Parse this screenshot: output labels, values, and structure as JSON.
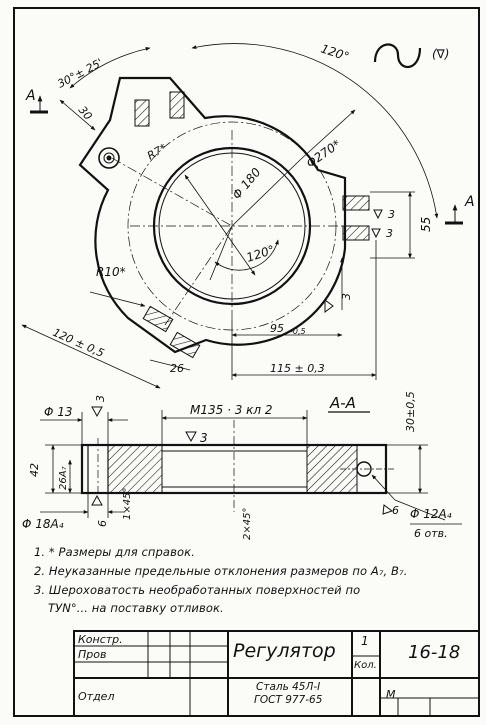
{
  "drawing": {
    "corner_angle": "120°",
    "finish_symbol": "(∇)",
    "section_mark": "A",
    "angle_30": "30°± 25'",
    "dim_30": "30",
    "r7": "R7*",
    "dia270": "Φ270*",
    "dia180": "Φ 180",
    "angle_120_inner": "120°",
    "r10": "R10*",
    "dim_55": "55",
    "dim_3_a": "3",
    "dim_3_b": "3",
    "dim_3_c": "3",
    "dim_95": "95",
    "dim_95_tol": "-0,5",
    "dim_115": "115 ± 0,3",
    "dim_120": "120 ± 0,5",
    "dim_26": "26",
    "section_label": "A-A",
    "dia13": "Φ 13",
    "thread": "M135 · 3 кл 2",
    "rough_top": "3",
    "dim_30_tol": "30±0,5",
    "dim_42": "42",
    "dim_26A": "26A₇",
    "chamfer_1": "1×45°",
    "chamfer_2": "2×45°",
    "dia18": "Φ 18A₄",
    "rough_6a": "6",
    "rough_6b": "6",
    "dia12": "Φ 12A₄",
    "holes": "6 отв."
  },
  "notes": [
    "1. * Размеры для справок.",
    "2. Неуказанные предельные отклонения размеров по A₇, B₇.",
    "3. Шероховатость необработанных поверхностей по",
    "ТУN°... на поставку отливок."
  ],
  "title_block": {
    "konstr": "Констр.",
    "prov": "Пров",
    "otdel": "Отдел",
    "title": "Регулятор",
    "qty": "1",
    "qty_label": "Кол.",
    "drawing_no": "16-18",
    "material_1": "Сталь 45Л-I",
    "material_2": "ГОСТ 977-65",
    "scale": "М"
  }
}
